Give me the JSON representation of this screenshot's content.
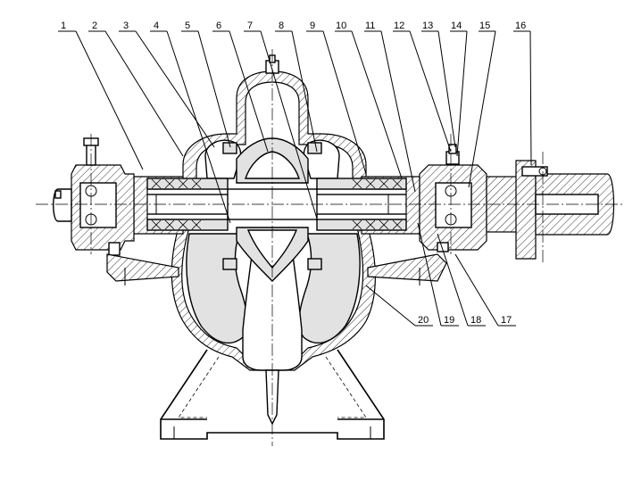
{
  "drawing": {
    "part_numbers": [
      "1",
      "2",
      "3",
      "4",
      "5",
      "6",
      "7",
      "8",
      "9",
      "10",
      "11",
      "12",
      "13",
      "14",
      "15",
      "16",
      "17",
      "18",
      "19",
      "20"
    ]
  }
}
